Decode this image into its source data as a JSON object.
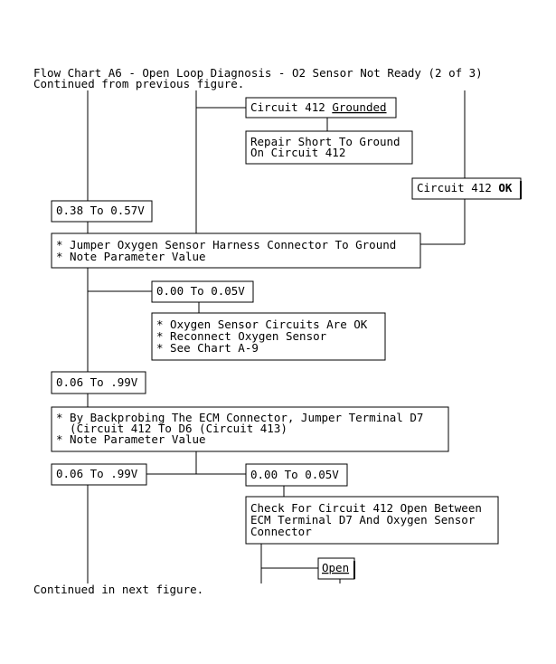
{
  "header": {
    "title": "Flow Chart A6 - Open Loop Diagnosis - O2 Sensor Not Ready (2 of 3)",
    "continued_from": "Continued from previous figure."
  },
  "footer": {
    "continued_in": "Continued in next figure."
  },
  "nodes": {
    "circuit_412_grounded": {
      "prefix": "Circuit 412 ",
      "emphasis": "Grounded"
    },
    "repair_short": {
      "lines": [
        "Repair Short To Ground",
        "On Circuit 412"
      ]
    },
    "circuit_412_ok": {
      "prefix": "Circuit 412 ",
      "emphasis": "OK"
    },
    "range_038_057": {
      "text": "0.38 To 0.57V"
    },
    "jumper_harness": {
      "lines": [
        "* Jumper Oxygen Sensor Harness Connector To Ground",
        "* Note Parameter Value"
      ]
    },
    "range_000_005_a": {
      "text": "0.00 To 0.05V"
    },
    "circuits_ok": {
      "lines": [
        "* Oxygen Sensor Circuits Are OK",
        "* Reconnect Oxygen Sensor",
        "* See Chart A-9"
      ]
    },
    "range_006_099_a": {
      "text": "0.06 To .99V"
    },
    "backprobe_ecm": {
      "lines": [
        "* By Backprobing The ECM Connector, Jumper Terminal D7",
        "  (Circuit 412 To D6 (Circuit 413)",
        "* Note Parameter Value"
      ]
    },
    "range_006_099_b": {
      "text": "0.06 To .99V"
    },
    "range_000_005_b": {
      "text": "0.00 To 0.05V"
    },
    "check_open": {
      "lines": [
        "Check For Circuit 412 Open Between",
        "ECM Terminal D7 And Oxygen Sensor",
        "Connector"
      ]
    },
    "open_result": {
      "emphasis": "Open"
    }
  }
}
